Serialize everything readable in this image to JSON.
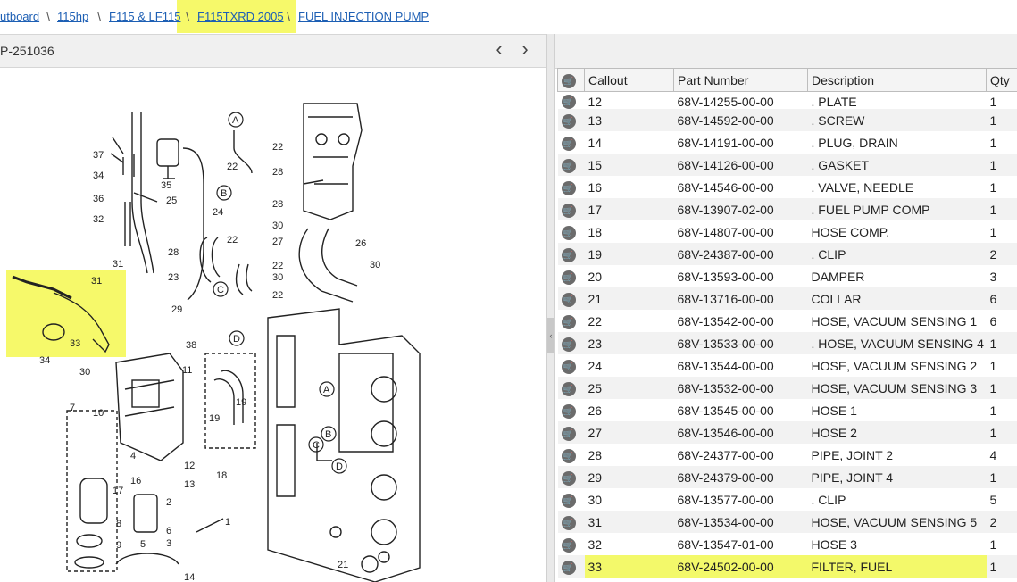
{
  "breadcrumb": {
    "items": [
      "utboard",
      "115hp",
      "F115 & LF115",
      "F115TXRD 2005",
      "FUEL INJECTION PUMP"
    ],
    "separator": "\\"
  },
  "diagram": {
    "id_text": "P-251036",
    "prev_icon": "chevron-left-icon",
    "next_icon": "chevron-right-icon",
    "callouts": [
      "A",
      "22",
      "28",
      "22",
      "25",
      "28",
      "B",
      "24",
      "22",
      "28",
      "30",
      "27",
      "26",
      "37",
      "34",
      "35",
      "36",
      "32",
      "31",
      "23",
      "29",
      "C",
      "22",
      "22",
      "30",
      "D",
      "30",
      "31",
      "33",
      "34",
      "30",
      "38",
      "11",
      "19",
      "19",
      "7",
      "10",
      "12",
      "17",
      "13",
      "16",
      "6",
      "8",
      "9",
      "5",
      "3",
      "1",
      "18",
      "21",
      "2",
      "14",
      "4",
      "A",
      "B",
      "C",
      "D"
    ]
  },
  "table": {
    "headers": {
      "callout": "Callout",
      "part_number": "Part Number",
      "description": "Description",
      "qty": "Qty"
    },
    "rows": [
      {
        "callout": "12",
        "part": "68V-14255-00-00",
        "desc": ". PLATE",
        "qty": "1"
      },
      {
        "callout": "13",
        "part": "68V-14592-00-00",
        "desc": ". SCREW",
        "qty": "1"
      },
      {
        "callout": "14",
        "part": "68V-14191-00-00",
        "desc": ". PLUG, DRAIN",
        "qty": "1"
      },
      {
        "callout": "15",
        "part": "68V-14126-00-00",
        "desc": ". GASKET",
        "qty": "1"
      },
      {
        "callout": "16",
        "part": "68V-14546-00-00",
        "desc": ". VALVE, NEEDLE",
        "qty": "1"
      },
      {
        "callout": "17",
        "part": "68V-13907-02-00",
        "desc": ". FUEL PUMP COMP",
        "qty": "1"
      },
      {
        "callout": "18",
        "part": "68V-14807-00-00",
        "desc": "HOSE COMP.",
        "qty": "1"
      },
      {
        "callout": "19",
        "part": "68V-24387-00-00",
        "desc": ". CLIP",
        "qty": "2"
      },
      {
        "callout": "20",
        "part": "68V-13593-00-00",
        "desc": "DAMPER",
        "qty": "3"
      },
      {
        "callout": "21",
        "part": "68V-13716-00-00",
        "desc": "COLLAR",
        "qty": "6"
      },
      {
        "callout": "22",
        "part": "68V-13542-00-00",
        "desc": "HOSE, VACUUM SENSING 1",
        "qty": "6"
      },
      {
        "callout": "23",
        "part": "68V-13533-00-00",
        "desc": ". HOSE, VACUUM SENSING 4",
        "qty": "1"
      },
      {
        "callout": "24",
        "part": "68V-13544-00-00",
        "desc": "HOSE, VACUUM SENSING 2",
        "qty": "1"
      },
      {
        "callout": "25",
        "part": "68V-13532-00-00",
        "desc": "HOSE, VACUUM SENSING 3",
        "qty": "1"
      },
      {
        "callout": "26",
        "part": "68V-13545-00-00",
        "desc": "HOSE 1",
        "qty": "1"
      },
      {
        "callout": "27",
        "part": "68V-13546-00-00",
        "desc": "HOSE 2",
        "qty": "1"
      },
      {
        "callout": "28",
        "part": "68V-24377-00-00",
        "desc": "PIPE, JOINT 2",
        "qty": "4"
      },
      {
        "callout": "29",
        "part": "68V-24379-00-00",
        "desc": "PIPE, JOINT 4",
        "qty": "1"
      },
      {
        "callout": "30",
        "part": "68V-13577-00-00",
        "desc": ". CLIP",
        "qty": "5"
      },
      {
        "callout": "31",
        "part": "68V-13534-00-00",
        "desc": "HOSE, VACUUM SENSING 5",
        "qty": "2"
      },
      {
        "callout": "32",
        "part": "68V-13547-01-00",
        "desc": "HOSE 3",
        "qty": "1"
      },
      {
        "callout": "33",
        "part": "68V-24502-00-00",
        "desc": "FILTER, FUEL",
        "qty": "1"
      }
    ]
  },
  "colors": {
    "highlight": "#f3f96a",
    "link": "#1d5fb4",
    "cart_icon": "#6b6b6b"
  }
}
